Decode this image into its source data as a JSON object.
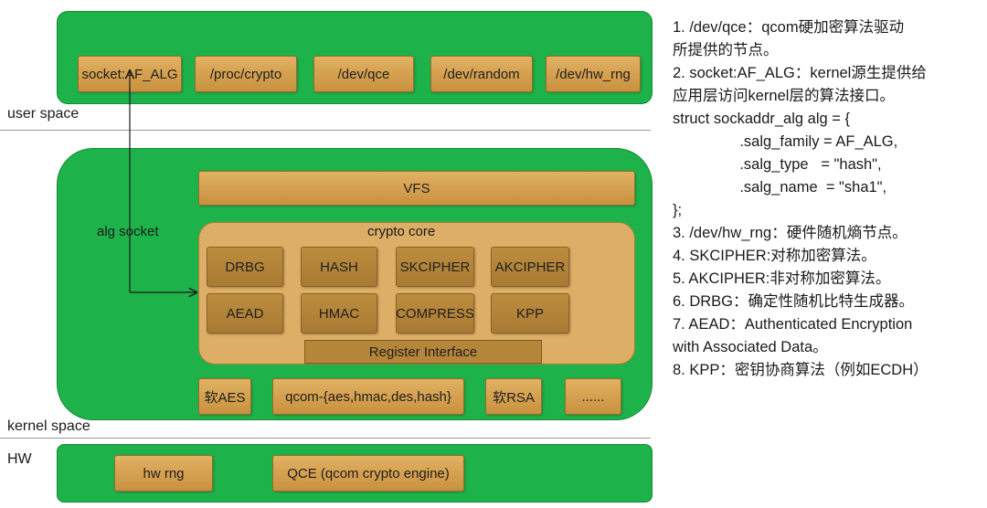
{
  "user_space": {
    "items": [
      "socket:AF_ALG",
      "/proc/crypto",
      "/dev/qce",
      "/dev/random",
      "/dev/hw_rng"
    ],
    "label": "user space"
  },
  "kernel_space": {
    "vfs": "VFS",
    "alg_socket": "alg socket",
    "crypto_core": {
      "title": "crypto core",
      "algorithms": [
        "DRBG",
        "HASH",
        "SKCIPHER",
        "AKCIPHER",
        "AEAD",
        "HMAC",
        "COMPRESS",
        "KPP"
      ],
      "register_interface": "Register Interface"
    },
    "drivers": [
      "软AES",
      "qcom-{aes,hmac,des,hash}",
      "软RSA",
      "......"
    ],
    "label": "kernel space"
  },
  "hw": {
    "label": "HW",
    "items": [
      "hw rng",
      "QCE (qcom crypto engine)"
    ]
  },
  "notes": [
    "1. /dev/qce：qcom硬加密算法驱动",
    "所提供的节点。",
    "2. socket:AF_ALG：kernel源生提供给",
    "应用层访问kernel层的算法接口。",
    "struct sockaddr_alg alg = {",
    "                .salg_family = AF_ALG,",
    "                .salg_type   = \"hash\",",
    "                .salg_name  = \"sha1\",",
    "};",
    "3. /dev/hw_rng：硬件随机熵节点。",
    "4. SKCIPHER:对称加密算法。",
    "5. AKCIPHER:非对称加密算法。",
    "6. DRBG：确定性随机比特生成器。",
    "7. AEAD：Authenticated Encryption",
    "with Associated Data。",
    "8. KPP：密钥协商算法（例如ECDH）"
  ],
  "colors": {
    "green": "#1db34a",
    "gold": "#d9a655",
    "core": "#dcae66",
    "algo": "#b5863a"
  }
}
